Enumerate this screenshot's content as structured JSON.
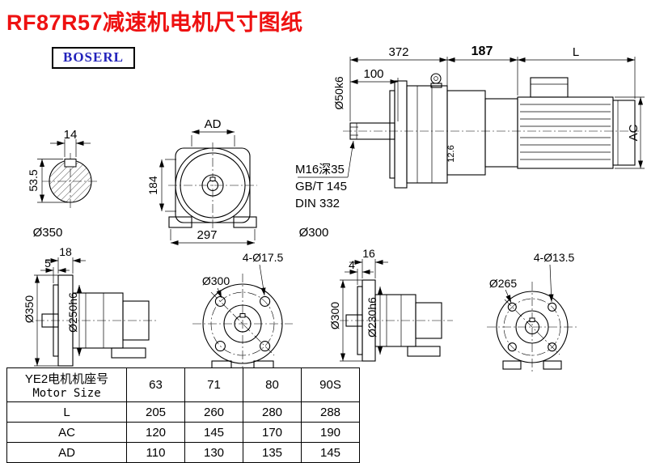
{
  "page": {
    "title": "RF87R57减速机电机尺寸图纸",
    "logo_text": "BOSERL",
    "colors": {
      "title": "#ee1111",
      "logo": "#2222bb",
      "line": "#000000",
      "background": "#ffffff"
    }
  },
  "main_view": {
    "dim_gearbox_length": "372",
    "dim_adapter_length": "187",
    "dim_motor_length": "L",
    "dim_shaft_length": "100",
    "shaft_diameter": "Ø50k6",
    "dim_motor_height": "AC",
    "dim_shoulder": "12.6",
    "tap_note_1": "M16深35",
    "tap_note_2": "GB/T 145",
    "tap_note_3": "DIN 332"
  },
  "shaft_section_view": {
    "key_width": "14",
    "key_height": "53.5",
    "flange_diameter": "Ø350"
  },
  "front_view": {
    "dim_ad": "AD",
    "dim_height": "184",
    "dim_width": "297",
    "dia_label": "Ø300"
  },
  "side_view_left": {
    "flange_thickness": "18",
    "spigot_depth": "5",
    "flange_diameter": "Ø350",
    "spigot_diameter": "Ø250h6"
  },
  "flange_face_left": {
    "holes_label": "4-Ø17.5",
    "bolt_circle_label": "Ø300"
  },
  "side_view_right": {
    "flange_thickness": "16",
    "spigot_depth": "4",
    "flange_diameter": "Ø300",
    "spigot_diameter": "Ø230h6"
  },
  "flange_face_right": {
    "holes_label": "4-Ø13.5",
    "bolt_circle_label": "Ø265"
  },
  "table": {
    "header_label_cn": "YE2电机机座号",
    "header_label_en": "Motor Size",
    "motor_sizes": [
      "63",
      "71",
      "80",
      "90S"
    ],
    "rows": [
      {
        "label": "L",
        "values": [
          "205",
          "260",
          "280",
          "288"
        ]
      },
      {
        "label": "AC",
        "values": [
          "120",
          "145",
          "170",
          "190"
        ]
      },
      {
        "label": "AD",
        "values": [
          "110",
          "130",
          "135",
          "145"
        ]
      }
    ]
  }
}
